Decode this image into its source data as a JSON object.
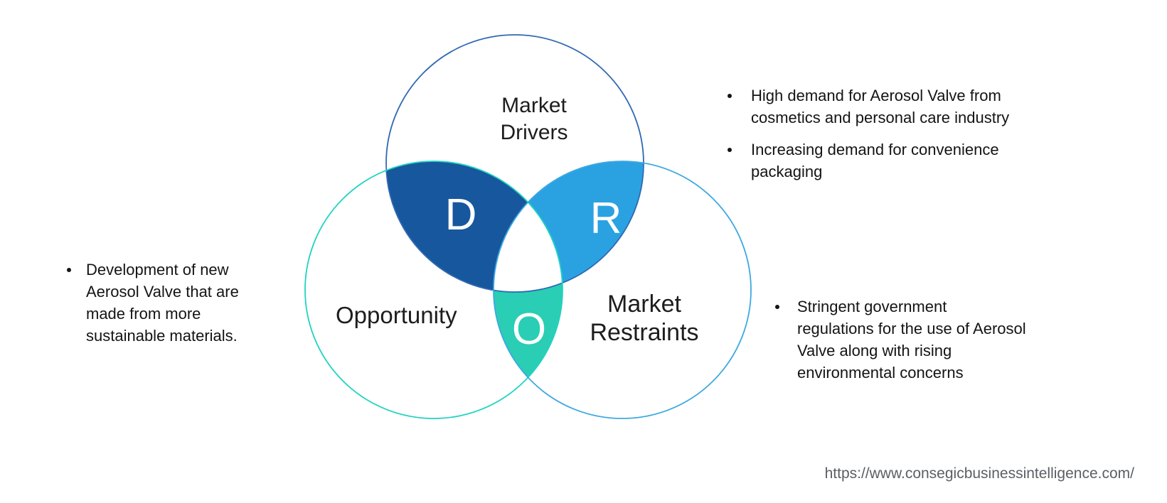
{
  "diagram": {
    "drivers": {
      "label": "Market\nDrivers",
      "letter": "D",
      "outline_color": "#3069b3",
      "overlap_color": "#17579e"
    },
    "restraints": {
      "label": "Market\nRestraints",
      "letter": "R",
      "outline_color": "#3ea9e1",
      "overlap_color": "#2aa2e2"
    },
    "opportunity": {
      "label": "Opportunity",
      "letter": "O",
      "outline_color": "#21d3c1",
      "overlap_color": "#29ceb4"
    },
    "center_color": "#ffffff"
  },
  "notes": {
    "drivers": [
      "High demand for Aerosol Valve from\ncosmetics and personal care industry",
      "Increasing demand for convenience\npackaging"
    ],
    "opportunity": [
      "Development of new\nAerosol Valve that are\nmade from more\nsustainable materials."
    ],
    "restraints": [
      "Stringent government\nregulations for the use of Aerosol\nValve along with rising\nenvironmental concerns"
    ]
  },
  "footer": {
    "source_url": "https://www.consegicbusinessintelligence.com/"
  }
}
